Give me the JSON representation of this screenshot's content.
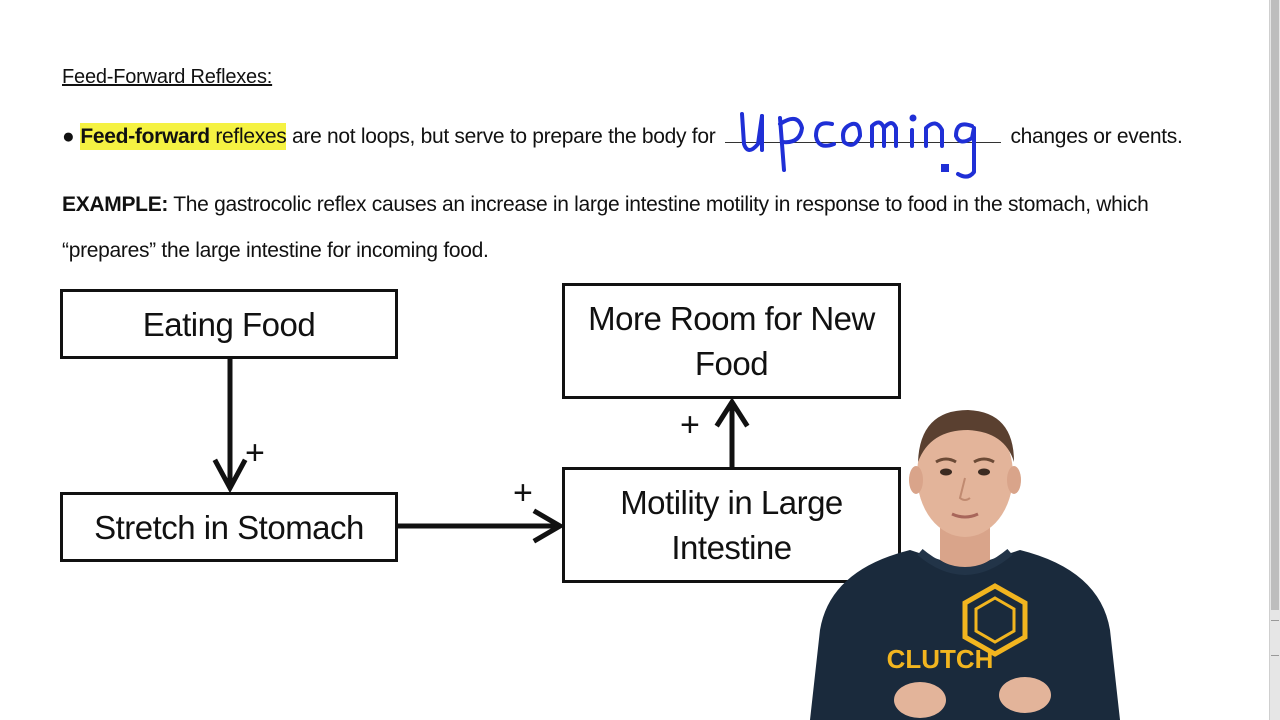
{
  "heading": "Feed-Forward Reflexes:",
  "bullet": {
    "dot": "●",
    "term_bold": "Feed-forward",
    "term_rest": " reflexes",
    "text_before_blank": " are not loops, but serve to prepare the body for",
    "text_after_blank": " changes or events."
  },
  "handwritten_answer": "upcoming",
  "example": {
    "label": "EXAMPLE:",
    "text": " The gastrocolic reflex causes an increase in large intestine motility in response to food in the stomach, which “prepares” the large intestine for incoming food."
  },
  "diagram": {
    "nodes": {
      "eating_food": "Eating Food",
      "stretch_stomach": "Stretch in Stomach",
      "motility": "Motility in Large Intestine",
      "more_room": "More Room for New Food"
    },
    "edge_labels": {
      "eating_to_stretch": "+",
      "stretch_to_motility": "+",
      "motility_to_room": "+"
    }
  },
  "shirt_logo": "CLUTCH",
  "colors": {
    "highlight": "#f5f242",
    "handwriting": "#1f2fd6",
    "shirt": "#1a2a3c",
    "logo": "#f2b51f"
  }
}
